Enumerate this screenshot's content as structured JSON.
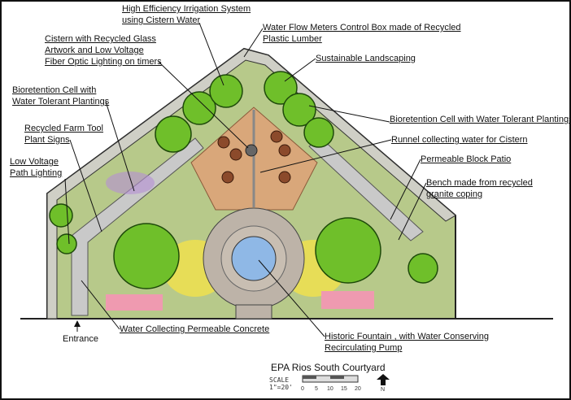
{
  "title": "EPA Rios South Courtyard",
  "scale": {
    "label": "SCALE",
    "ratio": "1\"=20'",
    "ticks": [
      "0",
      "5",
      "10",
      "15",
      "20"
    ],
    "north": "N"
  },
  "labels": {
    "irrigation": [
      "High Efficiency Irrigation System",
      "using Cistern Water"
    ],
    "flow_meters": [
      "Water Flow Meters Control Box made of Recycled",
      "Plastic Lumber"
    ],
    "cistern": [
      "Cistern with Recycled Glass",
      "Artwork and Low Voltage",
      "Fiber Optic Lighting on timers"
    ],
    "sustainable": [
      "Sustainable Landscaping"
    ],
    "bioretention_left": [
      "Bioretention Cell with",
      "Water Tolerant Plantings"
    ],
    "bioretention_right": [
      "Bioretention Cell with Water Tolerant Plantings"
    ],
    "farm_tool": [
      "Recycled Farm Tool",
      "Plant Signs"
    ],
    "runnel": [
      "Runnel collecting water for Cistern"
    ],
    "patio": [
      "Permeable Block Patio"
    ],
    "path_lighting": [
      "Low Voltage",
      "Path Lighting"
    ],
    "bench": [
      "Bench made from recycled",
      "granite coping"
    ],
    "entrance": "Entrance",
    "concrete": [
      "Water Collecting Permeable Concrete"
    ],
    "fountain": [
      "Historic Fountain , with Water Conserving",
      "Recirculating Pump"
    ]
  },
  "colors": {
    "tree": "#6fbf2a",
    "patio": "#d9a77a",
    "fountain": "#8fb8e6",
    "wall": "#c9c9c0",
    "pink": "#ef9ab0",
    "yellow": "#f2e24a"
  }
}
